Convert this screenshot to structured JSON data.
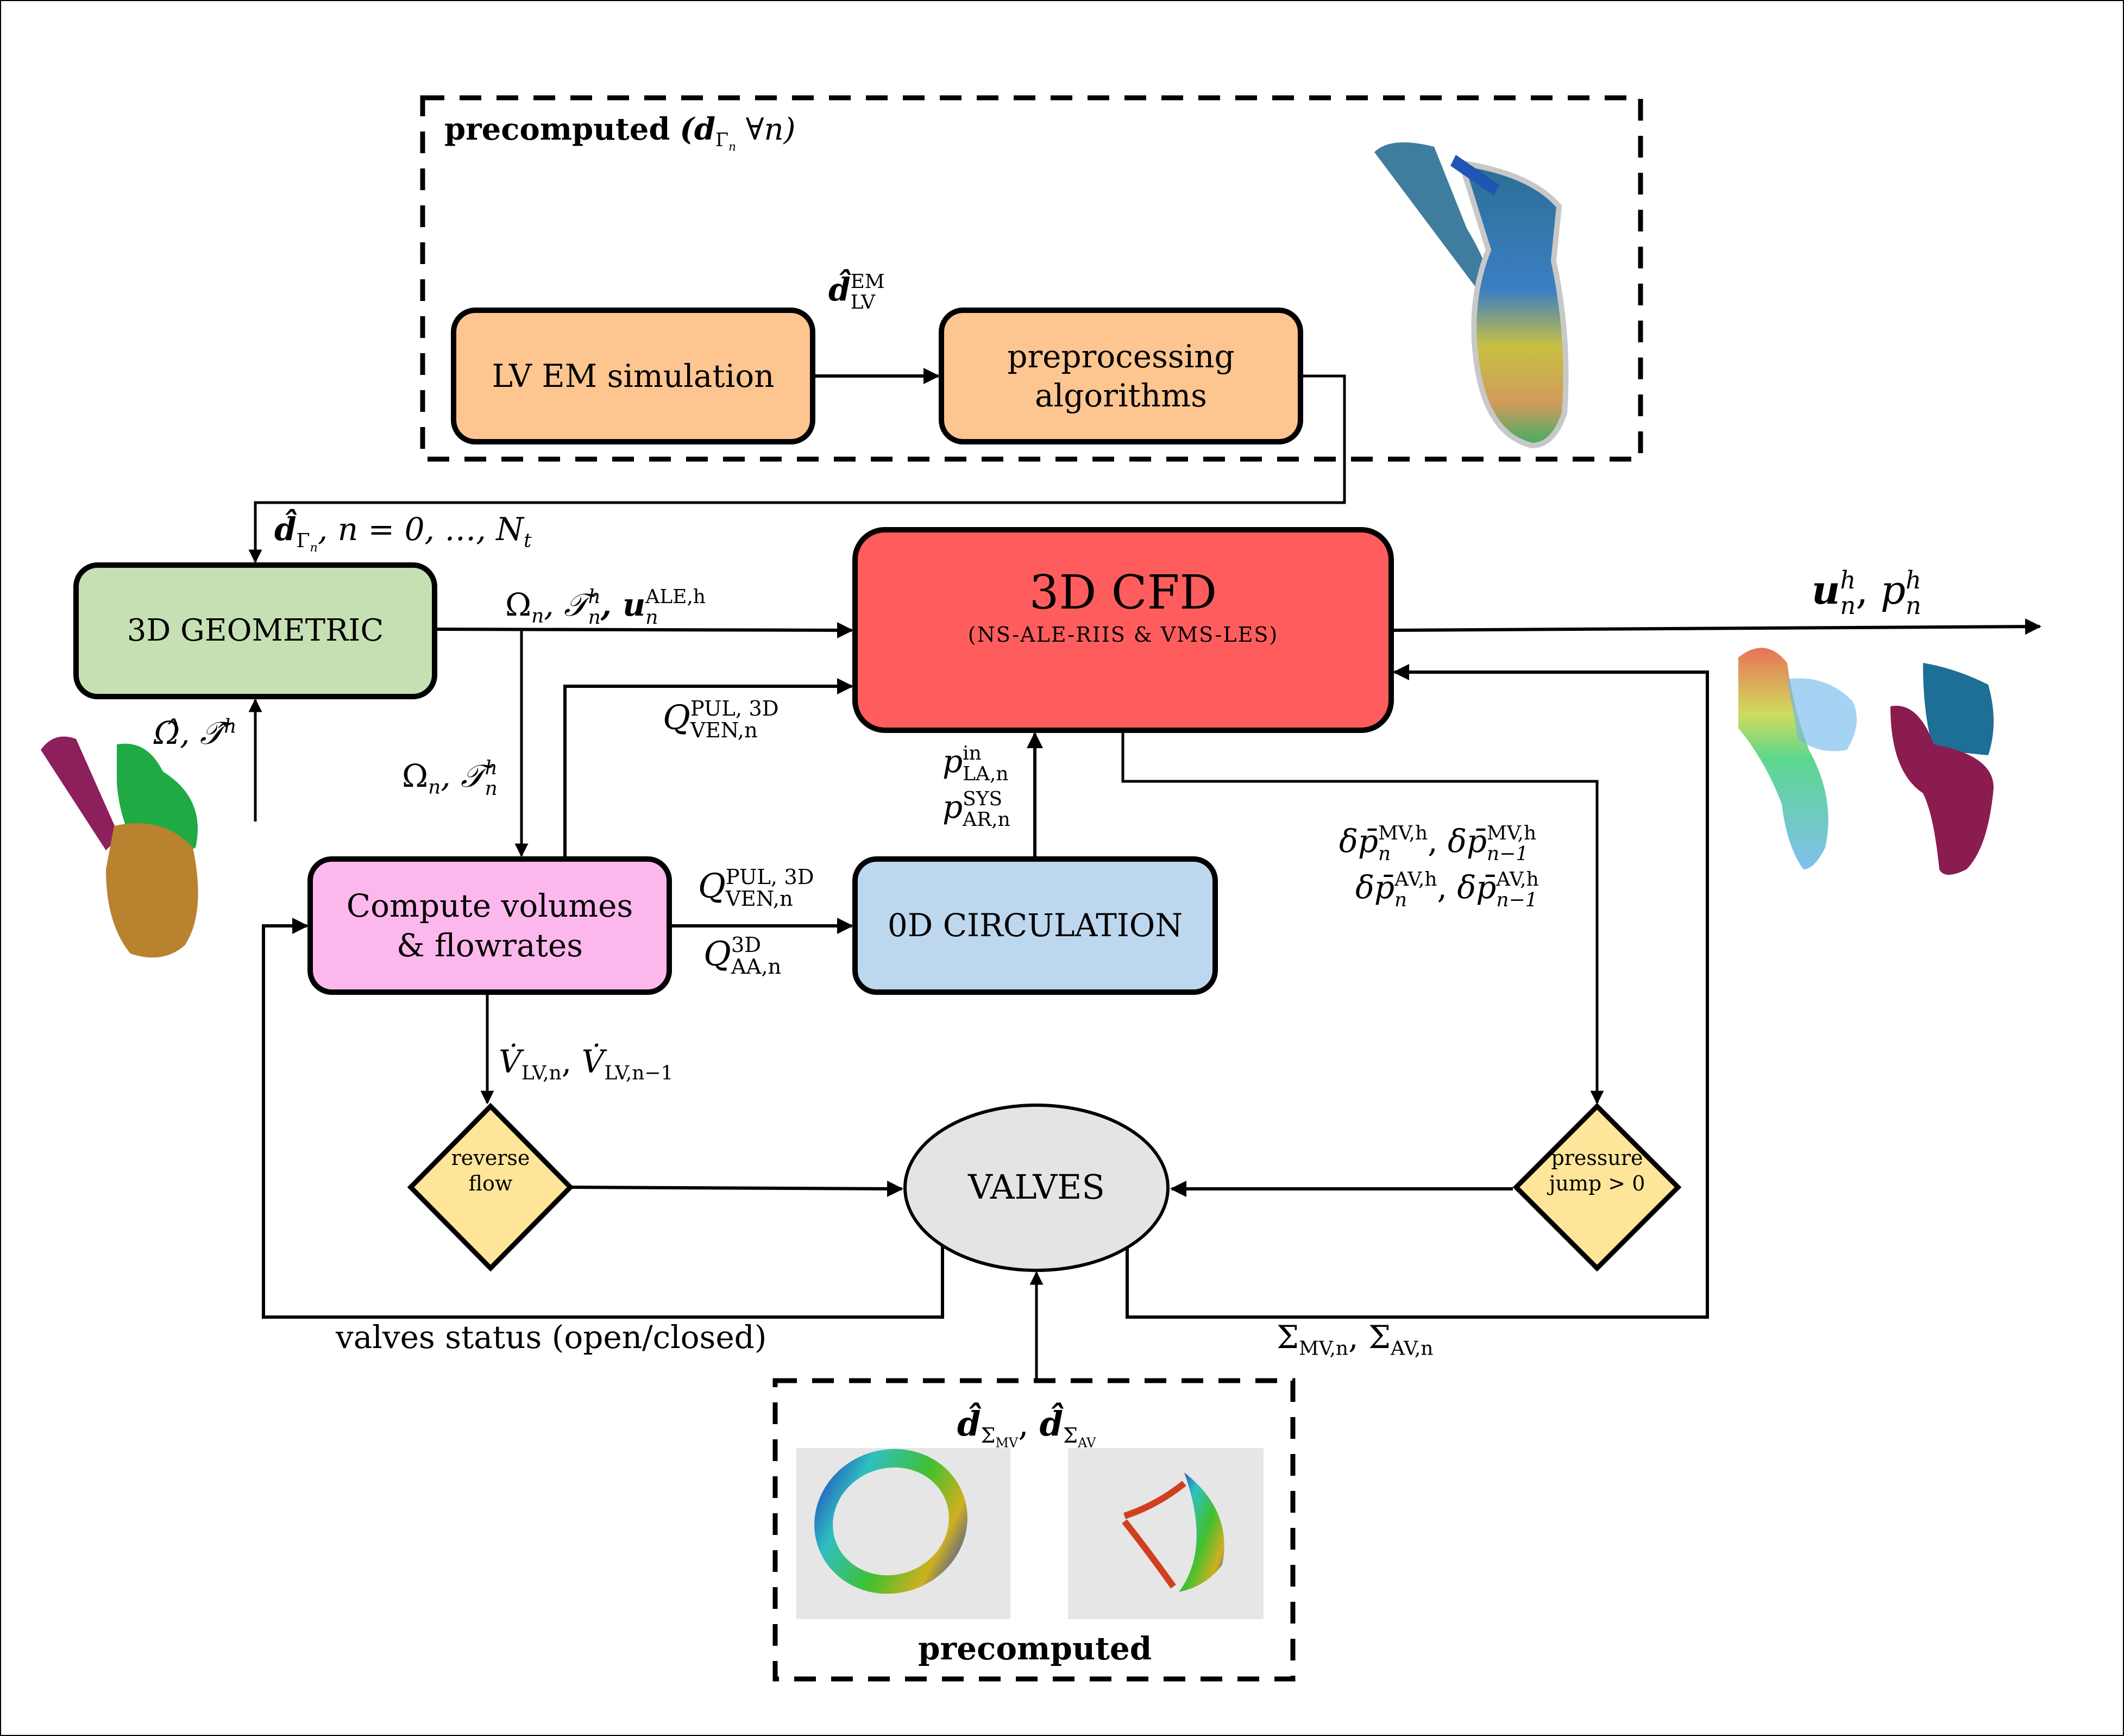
{
  "diagram": {
    "title": "Heart CFD coupling workflow",
    "colors": {
      "em_box": "#fdc590",
      "geometric_box": "#c6e0b4",
      "cfd_box": "#ff5d5d",
      "compute_box": "#fcb8ec",
      "circulation_box": "#bdd7ee",
      "decision": "#fee599",
      "valves": "#e4e4e4",
      "stroke": "#000000"
    },
    "top_precomputed": {
      "label_bold": "precomputed",
      "label_math": "(d",
      "label_math_sub": "Γ",
      "label_math_subsub": "n",
      "label_math_tail": " ∀n)"
    },
    "nodes": {
      "lv_em": {
        "label": "LV EM simulation"
      },
      "preprocessing": {
        "line1": "preprocessing",
        "line2": "algorithms"
      },
      "geometric": {
        "label": "3D GEOMETRIC"
      },
      "cfd": {
        "title": "3D CFD",
        "subtitle": "(NS-ALE-RIIS & VMS-LES)"
      },
      "compute": {
        "line1": "Compute volumes",
        "line2": "& flowrates"
      },
      "circulation": {
        "label": "0D CIRCULATION"
      },
      "reverse_flow": {
        "line1": "reverse",
        "line2": "flow"
      },
      "valves": {
        "label": "VALVES"
      },
      "pressure_jump": {
        "line1": "pressure",
        "line2": "jump > 0"
      }
    },
    "edge_labels": {
      "d_em": {
        "base": "d̂",
        "sup": "EM",
        "sub": "LV"
      },
      "d_gamma": {
        "base": "d̂",
        "sub": "Γ",
        "subsub": "n",
        "tail": ", n = 0, …, N",
        "tail_sub": "t"
      },
      "omega_to_cfd": {
        "text": "Ω",
        "sub1": "n",
        "t2": ", 𝒯",
        "sup2": "h",
        "sub2": "n",
        "t3": ", u",
        "sup3": "ALE,h",
        "sub3": "n"
      },
      "omega_hat": {
        "text": "Ω̂, 𝒯̂",
        "sup": "h"
      },
      "omega_to_compute": {
        "text": "Ω",
        "sub1": "n",
        "t2": ", 𝒯",
        "sup2": "h",
        "sub2": "n"
      },
      "q_ven_to_cfd": {
        "base": "Q",
        "sup": "PUL, 3D",
        "sub": "VEN,n"
      },
      "q_ven_to_0d": {
        "base": "Q",
        "sup": "PUL, 3D",
        "sub": "VEN,n"
      },
      "q_aa": {
        "base": "Q",
        "sup": "3D",
        "sub": "AA,n"
      },
      "p_la": {
        "base": "p",
        "sup": "in",
        "sub": "LA,n"
      },
      "p_ar": {
        "base": "p",
        "sup": "SYS",
        "sub": "AR,n"
      },
      "v_dot": {
        "base": "V̇",
        "sub1": "LV,n",
        "sep": ", ",
        "base2": "V̇",
        "sub2": "LV,n−1"
      },
      "dp_mv": {
        "base": "δp̄",
        "sup": "MV,h",
        "sub": "n",
        "sep": ", ",
        "base2": "δp̄",
        "sup2": "MV,h",
        "sub2": "n−1"
      },
      "dp_av": {
        "base": "δp̄",
        "sup": "AV,h",
        "sub": "n",
        "sep": ", ",
        "base2": "δp̄",
        "sup2": "AV,h",
        "sub2": "n−1"
      },
      "output": {
        "base": "u",
        "sup": "h",
        "sub": "n",
        "sep": ", ",
        "base2": "p",
        "sup2": "h",
        "sub2": "n"
      },
      "valves_status": {
        "text": "valves status (open/closed)"
      },
      "sigma": {
        "base": "Σ",
        "sub": "MV,n",
        "sep": ", ",
        "base2": "Σ",
        "sub2": "AV,n"
      },
      "d_sigma": {
        "base": "d̂",
        "sub": "Σ",
        "subsub": "MV",
        "sep": ", ",
        "base2": "d̂",
        "sub2": "Σ",
        "subsub2": "AV"
      }
    },
    "bottom_precomputed": {
      "label": "precomputed"
    },
    "images": {
      "em_heart": "heart-displacement-render",
      "mesh_heart": "heart-mesh-render",
      "velocity_render": "velocity-field-render",
      "pressure_render": "pressure-field-render",
      "mitral_valve": "mitral-valve-render",
      "aortic_valve": "aortic-valve-render"
    }
  }
}
